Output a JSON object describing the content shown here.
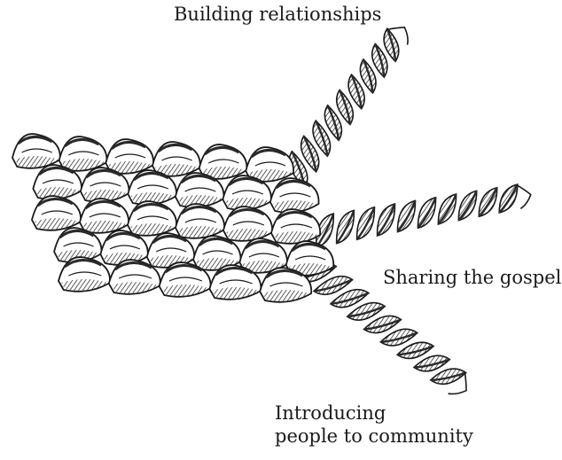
{
  "labels": {
    "building_relationships": "Building relationships",
    "sharing_gospel": "Sharing the gospel",
    "introducing_line1": "Introducing",
    "introducing_line2": "people to community"
  },
  "colors": {
    "ink": "#1a1a1a",
    "shade": "#2a2a2a",
    "background": "#ffffff"
  }
}
